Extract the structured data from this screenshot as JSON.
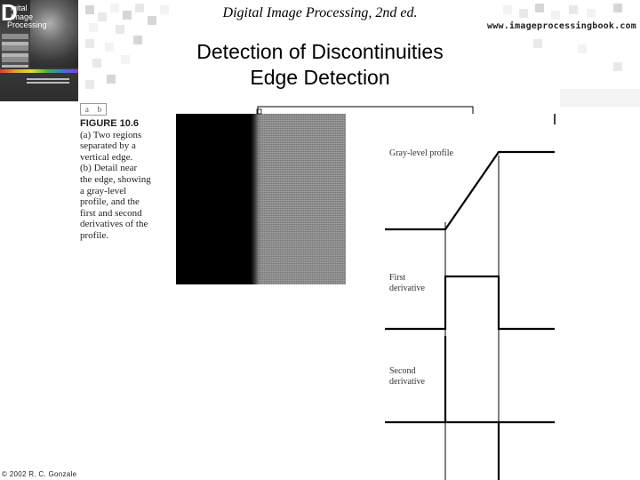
{
  "header": {
    "book_title": "Digital Image Processing, 2nd ed.",
    "website": "www.imageprocessingbook.com",
    "slide_title_line1": "Detection of Discontinuities",
    "slide_title_line2": "Edge Detection"
  },
  "cover": {
    "letter": "D",
    "line1": "igital",
    "line2": "Image",
    "line3": "Processing"
  },
  "figure": {
    "panel_labels": [
      "a",
      "b"
    ],
    "number": "FIGURE 10.6",
    "caption_lines": [
      "(a) Two regions",
      "separated by a",
      "vertical edge.",
      "(b) Detail near",
      "the edge, showing",
      "a gray-level",
      "profile, and the",
      "first and second",
      "derivatives of the",
      "profile."
    ],
    "plot_labels": {
      "gray_profile": "Gray-level profile",
      "first_line1": "First",
      "first_line2": "derivative",
      "second_line1": "Second",
      "second_line2": "derivative"
    }
  },
  "footer": {
    "copyright": "© 2002 R. C. Gonzale"
  },
  "colors": {
    "background": "#ffffff",
    "ink": "#000000",
    "gray_region": "#8a8a8a"
  }
}
